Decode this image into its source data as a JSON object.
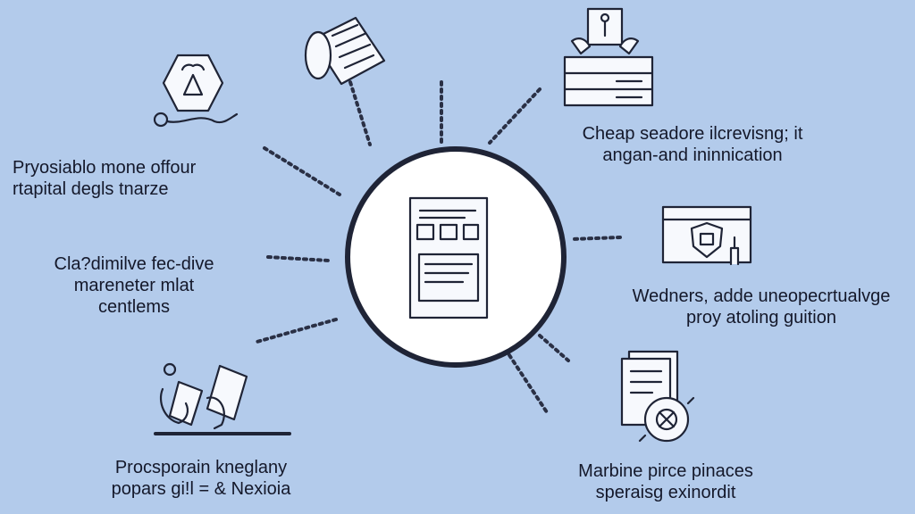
{
  "labels": {
    "top_left": [
      "Pryosiablo mone offour",
      "rtapital degls tnarze"
    ],
    "mid_left": [
      "Cla?dimilve fec-dive",
      "mareneter mlat",
      "centlems"
    ],
    "bottom_left": [
      "Procsporain kneglany",
      "popars gi!l = & Nexioia"
    ],
    "top_right": [
      "Cheap seadore ilcrevisng; it",
      "angan-and ininnication"
    ],
    "mid_right": [
      "Wedners, adde uneopecrtualvge",
      "proy atoling guition"
    ],
    "bottom_right": [
      "Marbine pirce pinaces",
      "speraisg exinordit"
    ]
  },
  "icons": {
    "center": "document-layout-icon",
    "top_left": "recycle-hexagon-icon",
    "top_center": "scroll-document-icon",
    "top_right": "server-stack-icon",
    "mid_right": "shield-browser-icon",
    "bottom_left": "hands-documents-icon",
    "bottom_right": "document-gear-icon"
  },
  "colors": {
    "background": "#b3cbeb",
    "ink": "#1f2436",
    "hub_fill": "#ffffff"
  }
}
